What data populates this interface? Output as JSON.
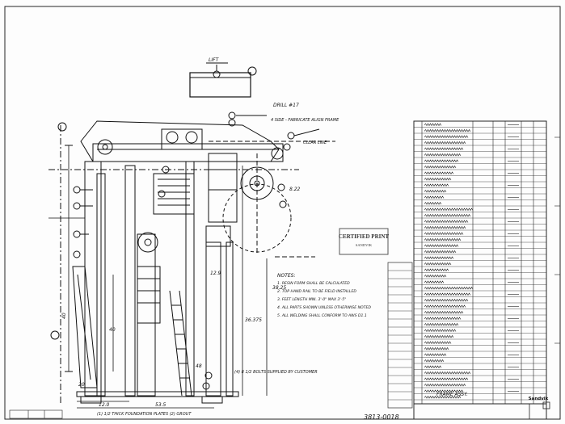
{
  "drawing": {
    "lift_label": "LIFT",
    "drill_note": "DRILL #17",
    "main_note": "4 SIDE - FABRICATE ALIGN FRAME",
    "clear_line": "CLEAR LINE",
    "dim_822": "8.22",
    "dim_3825": "38.25",
    "dim_36375": "36.375",
    "dim_40": "40",
    "dim_40_2": "40",
    "dim_129": "12.9",
    "dim_48": "48",
    "dim_120": "12.0",
    "dim_535": "53.5",
    "ref_20": "20",
    "note_bottom_left": "(1) 1/2 THICK FOUNDATION PLATES (2) GROUT",
    "note_bottom_right": "(4) 8 1/2 BOLTS SUPPLIED BY CUSTOMER",
    "notes_title": "NOTES:",
    "notes": [
      "1. RESIN FORM SHALL BE CALCULATED",
      "2. TOP HAND RAIL TO BE FIELD INSTALLED",
      "3. FEET LENGTH MIN. 3'-0\" MAX 3'-5\"",
      "4. ALL PARTS SHOWN UNLESS OTHERWISE NOTED",
      "5. ALL WELDING SHALL CONFORM TO AWS D1.1"
    ],
    "stamp_title": "CERTIFIED PRINT",
    "stamp_sub": "SANDVIK",
    "title_block_name": "FRAME ASSY.",
    "handwritten_number": "3813-0018",
    "logo_text": "Sandvik"
  },
  "colors": {
    "ink": "#111111",
    "paper": "#fdfdfd",
    "stamp": "#555555"
  }
}
